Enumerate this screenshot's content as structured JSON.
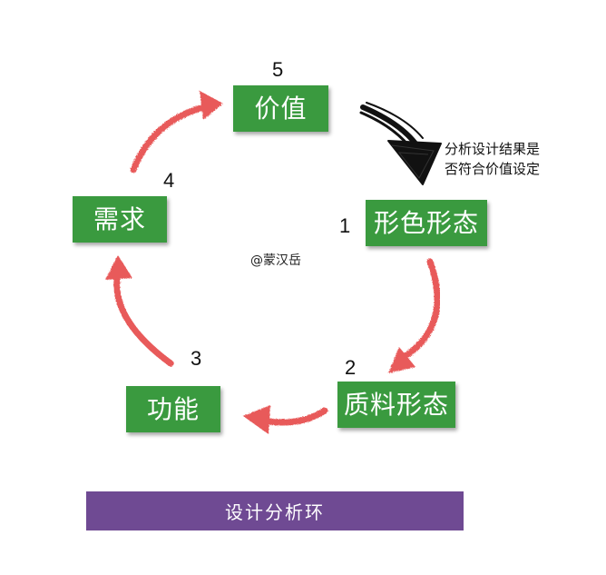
{
  "nodes": {
    "value": {
      "label": "价值",
      "number": "5"
    },
    "form_color": {
      "label": "形色形态",
      "number": "1"
    },
    "material": {
      "label": "质料形态",
      "number": "2"
    },
    "function": {
      "label": "功能",
      "number": "3"
    },
    "demand": {
      "label": "需求",
      "number": "4"
    }
  },
  "annotation": {
    "line1": "分析设计结果是",
    "line2": "否符合价值设定"
  },
  "watermark": "@蒙汉岳",
  "banner": "设计分析环",
  "colors": {
    "node_green": "#3a9a3f",
    "arrow_red": "#e85a5a",
    "banner_purple": "#6f4a93",
    "black_arrow": "#111111"
  }
}
